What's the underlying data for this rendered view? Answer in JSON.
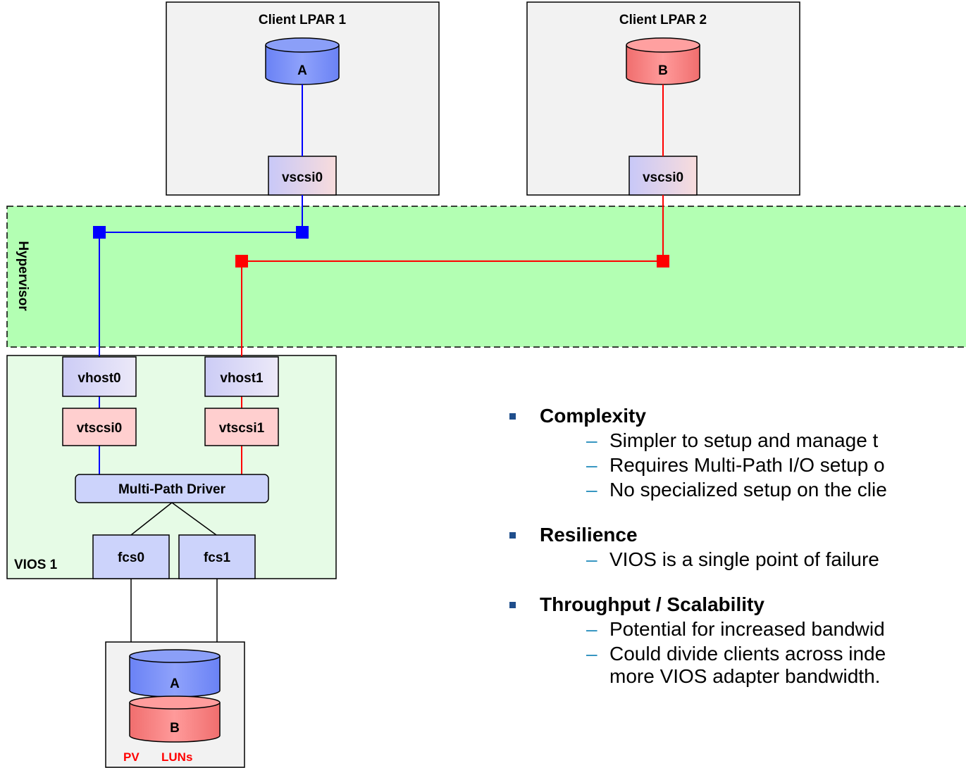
{
  "diagram": {
    "client_lpar_1": {
      "title": "Client LPAR 1",
      "disk_label": "A",
      "adapter": "vscsi0"
    },
    "client_lpar_2": {
      "title": "Client LPAR 2",
      "disk_label": "B",
      "adapter": "vscsi0"
    },
    "hypervisor": {
      "label": "Hypervisor"
    },
    "vios": {
      "label": "VIOS 1",
      "vhost": [
        "vhost0",
        "vhost1"
      ],
      "vtscsi": [
        "vtscsi0",
        "vtscsi1"
      ],
      "driver": "Multi-Path Driver",
      "fcs": [
        "fcs0",
        "fcs1"
      ]
    },
    "storage": {
      "disk_a": "A",
      "disk_b": "B",
      "pv": "PV",
      "luns": "LUNs"
    },
    "colors": {
      "blue": "#0000ff",
      "red": "#ff0000",
      "hypervisor_fill": "#b3ffb3",
      "vios_fill": "#e6fbe6",
      "lpar_fill": "#f2f2f2"
    }
  },
  "bullets": [
    {
      "heading": "Complexity",
      "items": [
        "Simpler to setup and manage t",
        "Requires Multi-Path I/O setup o",
        "No specialized setup on the clie"
      ]
    },
    {
      "heading": "Resilience",
      "items": [
        "VIOS is a  single point of failure"
      ]
    },
    {
      "heading": "Throughput / Scalability",
      "items": [
        "Potential for increased bandwid",
        "Could divide clients across inde"
      ],
      "continuation": "more VIOS adapter bandwidth."
    }
  ]
}
